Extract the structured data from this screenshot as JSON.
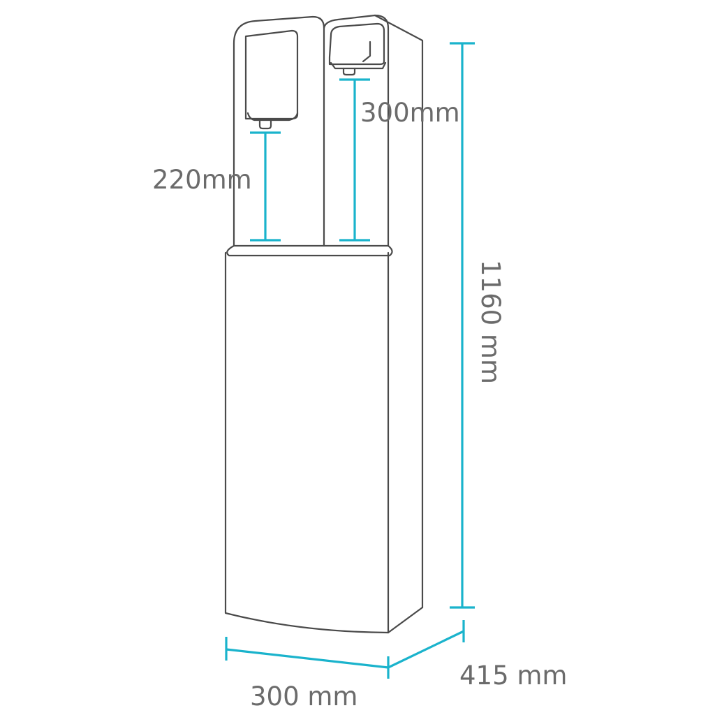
{
  "dimensions": {
    "cold_tap_clearance": "220mm",
    "hot_tap_clearance": "300mm",
    "height": "1160 mm",
    "width": "300 mm",
    "depth": "415 mm"
  },
  "colors": {
    "dimension_line": "#1ab3cc",
    "outline": "#4a4a4a",
    "label_text": "#6b6b6b",
    "background": "#ffffff"
  }
}
